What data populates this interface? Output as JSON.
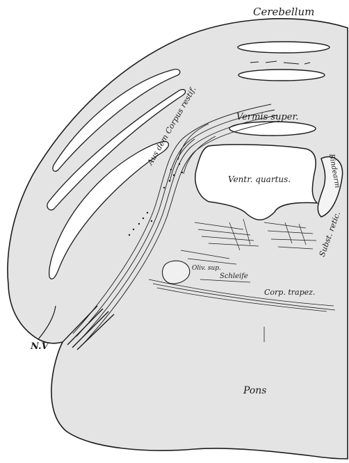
{
  "labels": {
    "cerebellum": "Cerebellum",
    "vermis_super": "Vermis super.",
    "corpus_restif": "Aus dem Corpus restif.",
    "ventr_quartus": "Ventr. quartus.",
    "bindearm": "Bindearm",
    "subst_retic": "Subst. retic.",
    "oliv_sup": "Oliv. sup.",
    "schleife": "Schleife",
    "corp_trapez": "Corp. trapez.",
    "nv": "N.V",
    "pons": "Pons"
  },
  "colors": {
    "ink": "#1b1b1b",
    "paper": "#ffffff",
    "tissue": "#e4e4e4"
  }
}
